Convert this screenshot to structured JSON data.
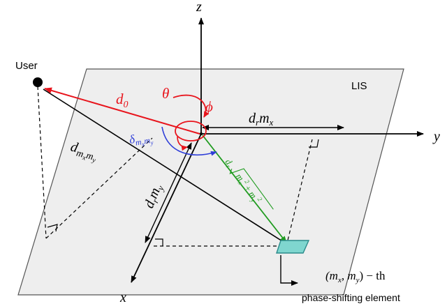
{
  "labels": {
    "user": "User",
    "lis": "LIS",
    "axis_z": "z",
    "axis_y": "y",
    "axis_x": "x",
    "d0_sym": "d",
    "d0_sub": "0",
    "theta": "θ",
    "phi": "ϕ",
    "drmx_d": "d",
    "drmx_r": "r",
    "drmx_m": "m",
    "drmx_x": "x",
    "delta_sym": "δ",
    "delta_sub": "m",
    "delta_sub_x": "x",
    "delta_sub2": "m",
    "delta_sub_y": "y",
    "dmm_sym": "d",
    "dmm_sub1": "m",
    "dmm_sub_x": "x",
    "dmm_sub2": "m",
    "dmm_sub_y": "y",
    "drmy_d": "d",
    "drmy_r": "r",
    "drmy_m": "m",
    "drmy_y": "y",
    "green_d": "d",
    "green_r": "r",
    "green_m1": "m",
    "green_x": "x",
    "green_sq1": "2",
    "green_plus": "+",
    "green_m2": "m",
    "green_y": "y",
    "green_sq2": "2",
    "element_formula": "(m",
    "element_formula_x": "x",
    "element_formula_mid": ", m",
    "element_formula_y": "y",
    "element_formula_end": ") − th",
    "element_caption": "phase-shifting element"
  },
  "colors": {
    "plane": "#eeeeee",
    "d0": "#e8141c",
    "angles": "#e8141c",
    "delta": "#2f3fd8",
    "green": "#1f9b1f",
    "element_fill": "#7fd6cf",
    "element_stroke": "#2a8a8a"
  }
}
